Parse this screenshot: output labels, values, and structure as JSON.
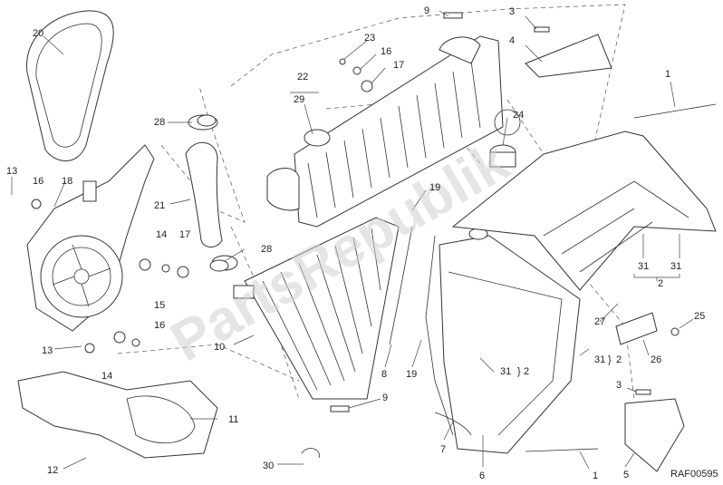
{
  "diagram": {
    "ref_code": "RAF00595",
    "watermark": "PartsRepublik",
    "callouts": [
      "20",
      "13",
      "16",
      "18",
      "28",
      "21",
      "14",
      "17",
      "15",
      "16",
      "13",
      "14",
      "11",
      "12",
      "30",
      "9",
      "23",
      "16",
      "17",
      "22",
      "29",
      "24",
      "3",
      "4",
      "1",
      "19",
      "28",
      "10",
      "8",
      "19",
      "9",
      "7",
      "6",
      "1",
      "31",
      "2",
      "31",
      "31",
      "2",
      "27",
      "26",
      "25",
      "3",
      "5",
      "2",
      "31"
    ]
  }
}
